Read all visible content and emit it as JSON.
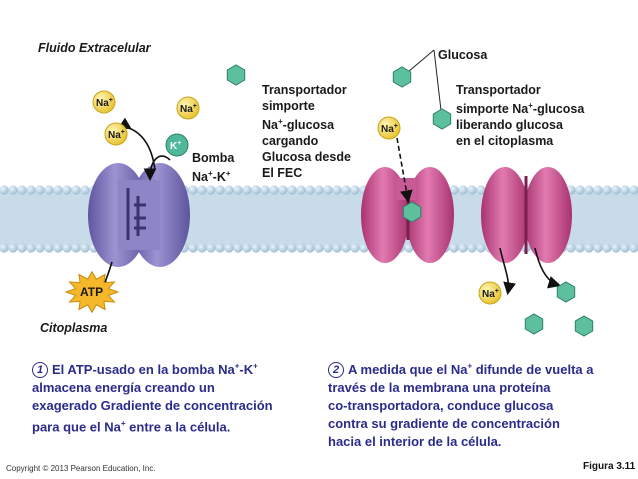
{
  "labels": {
    "extracellular": "Fluido Extracelular",
    "cytoplasm": "Citoplasma",
    "glucose": "Glucosa",
    "pump_line1": "Bomba",
    "pump_line2": "Na+-K+",
    "symporter_loading": [
      "Transportador",
      "simporte",
      "Na+-glucosa",
      "cargando",
      "Glucosa desde",
      "El FEC"
    ],
    "symporter_releasing": [
      "Transportador",
      "simporte Na+-glucosa",
      "liberando glucosa",
      "en el citoplasma"
    ]
  },
  "ions": {
    "na": "Na",
    "k": "K",
    "plus": "+",
    "atp": "ATP"
  },
  "captions": {
    "step1_number": "1",
    "step1": [
      "El ATP-usado en la bomba Na+-K+",
      "almacena energía creando un",
      "exagerado Gradiente de concentración",
      "para que el Na+ entre a la célula."
    ],
    "step2_number": "2",
    "step2": [
      "A medida que el Na+ difunde de vuelta a",
      "través de la membrana una proteína",
      "co-transportadora, conduce glucosa",
      "contra su gradiente de concentración",
      "hacia el interior de la célula."
    ]
  },
  "footer": {
    "copyright": "Copyright © 2013 Pearson Education, Inc.",
    "figure": "Figura 3.11"
  },
  "colors": {
    "membrane_blue": "#a9c6dc",
    "pump": "#7f76b8",
    "symporter": "#c84f8f",
    "na_ion": "#f2d54a",
    "k_ion": "#4fb89a",
    "glucose": "#5cbf9e",
    "atp": "#f4b82a",
    "caption": "#2b2b8c"
  }
}
